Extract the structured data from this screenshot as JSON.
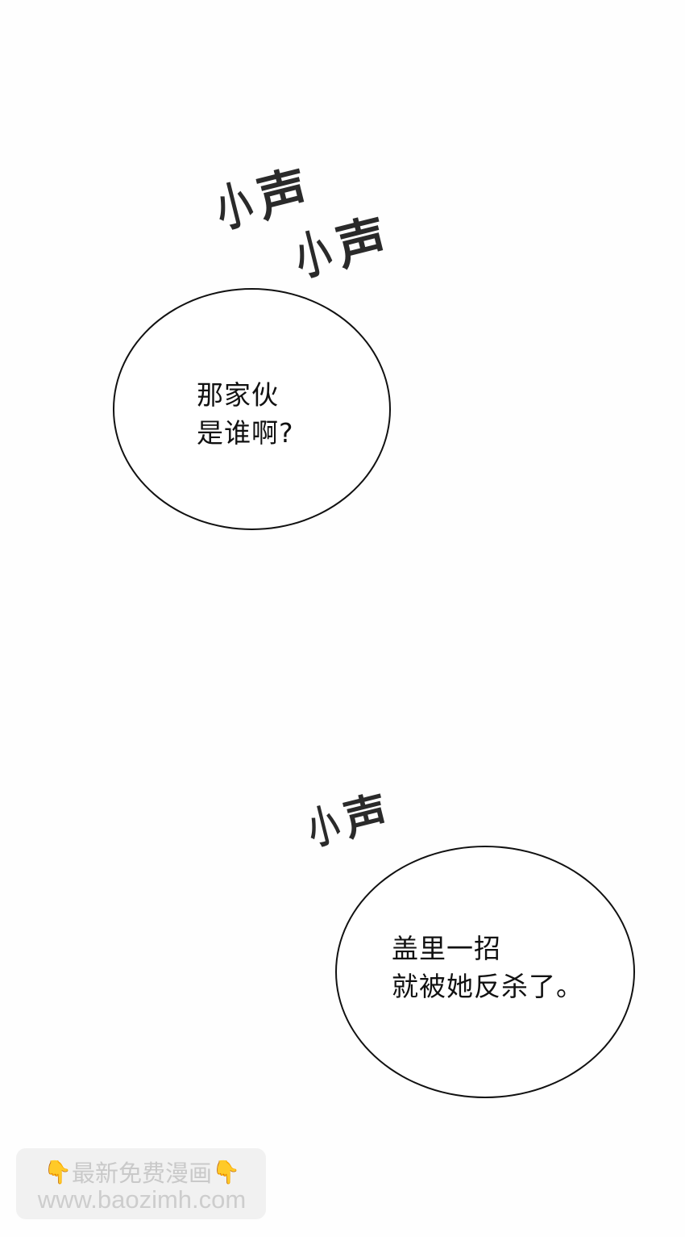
{
  "page": {
    "type": "comic-panel",
    "background": "#ffffff"
  },
  "sfx": [
    {
      "text": "小声",
      "char1": "小",
      "char2": "声",
      "meaning": "whisper"
    },
    {
      "text": "小声",
      "char1": "小",
      "char2": "声",
      "meaning": "whisper"
    },
    {
      "text": "小声",
      "char1": "小",
      "char2": "声",
      "meaning": "whisper"
    }
  ],
  "bubbles": [
    {
      "lines": [
        "那家伙",
        "是谁啊?"
      ],
      "text": "那家伙\n是谁啊?"
    },
    {
      "lines": [
        "盖里一招",
        "就被她反杀了。"
      ],
      "text": "盖里一招\n就被她反杀了。"
    }
  ],
  "watermark": {
    "line1": "最新免费漫画",
    "line2": "www.baozimh.com",
    "left_icon": "pointing-down-hand-icon",
    "right_icon": "pointing-down-hand-icon",
    "icon_glyph": "👇",
    "icon_color": "#f2b531"
  }
}
